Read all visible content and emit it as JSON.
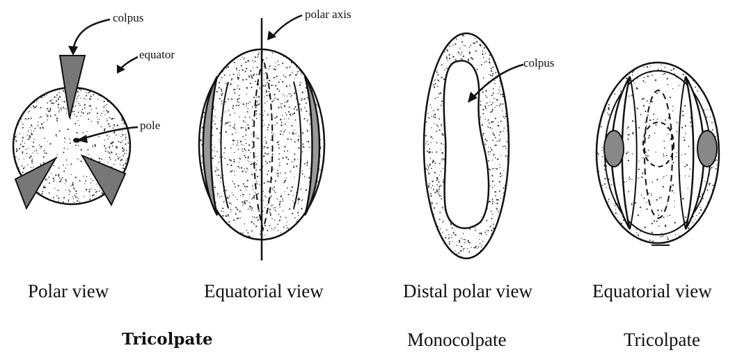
{
  "figures": [
    {
      "id": "polar",
      "caption": "Polar view",
      "labels": {
        "colpus": "colpus",
        "equator": "equator",
        "pole": "pole"
      }
    },
    {
      "id": "equatorial1",
      "caption": "Equatorial view",
      "labels": {
        "polar_axis": "polar axis"
      }
    },
    {
      "id": "distal",
      "caption": "Distal polar view",
      "labels": {
        "colpus": "colpus"
      }
    },
    {
      "id": "equatorial2",
      "caption": "Equatorial view"
    }
  ],
  "groups": {
    "tricolpate_left": "Tricolpate",
    "monocolpate": "Monocolpate",
    "tricolpate_right": "Tricolpate"
  },
  "colors": {
    "ink": "#111111",
    "stipple": "#333333",
    "background": "#ffffff"
  }
}
